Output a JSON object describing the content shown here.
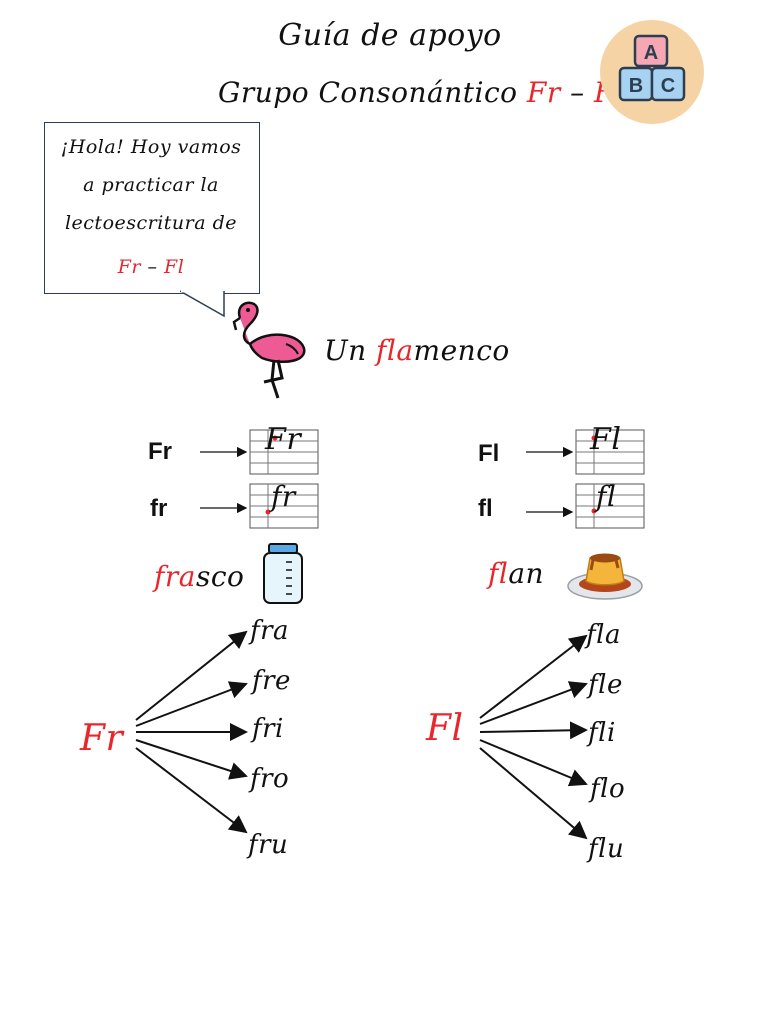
{
  "header": {
    "title": "Guía de apoyo",
    "subtitle_prefix": "Grupo Consonántico",
    "fr": "Fr",
    "dash": "–",
    "fl": "Fl",
    "icon_letters": [
      "A",
      "B",
      "C"
    ]
  },
  "bubble": {
    "lines": [
      "¡Hola! Hoy vamos",
      "a practicar la",
      "lectoescritura de"
    ],
    "fr": "Fr",
    "dash": "–",
    "fl": "Fl"
  },
  "flamingo": {
    "prefix": "Un ",
    "highlight": "fla",
    "suffix": "menco"
  },
  "writing": {
    "left": {
      "upper": "Fr",
      "lower": "fr",
      "upper_cursive": "Fr",
      "lower_cursive": "fr"
    },
    "right": {
      "upper": "Fl",
      "lower": "fl",
      "upper_cursive": "Fl",
      "lower_cursive": "fl"
    }
  },
  "words": {
    "left": {
      "highlight": "fra",
      "rest": "sco",
      "icon": "jar-icon"
    },
    "right": {
      "highlight": "fl",
      "rest": "an",
      "icon": "flan-icon"
    }
  },
  "syllables": {
    "left": {
      "root": "Fr",
      "items": [
        "fra",
        "fre",
        "fri",
        "fro",
        "fru"
      ]
    },
    "right": {
      "root": "Fl",
      "items": [
        "fla",
        "fle",
        "fli",
        "flo",
        "flu"
      ]
    }
  },
  "colors": {
    "accent": "#e8262b",
    "ink": "#111111",
    "bubble_border": "#2d3e50",
    "icon_bg": "#f6d3a4"
  }
}
